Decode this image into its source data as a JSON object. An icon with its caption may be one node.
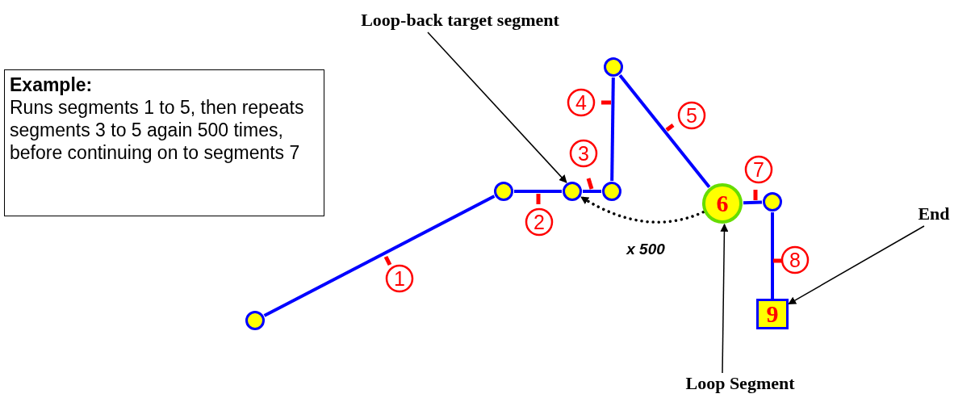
{
  "diagram": {
    "nodes": [
      {
        "text": [
          "Example:",
          "Runs segments 1 to 5, then repeats segments 3 to 5 again 500 times, before continuing on to segments 7"
        ]
      },
      {
        "text": [],
        "shape": "circle"
      },
      {
        "text": [],
        "shape": "circle"
      },
      {
        "text": [],
        "shape": "circle"
      },
      {
        "text": [],
        "shape": "circle"
      },
      {
        "text": [],
        "shape": "circle"
      },
      {
        "text": [
          "6"
        ]
      },
      {
        "text": [],
        "shape": "circle"
      },
      {
        "text": [
          "9"
        ]
      },
      {
        "text": [
          "Loop-back target segment"
        ]
      },
      {
        "text": [
          "Loop Segment"
        ]
      },
      {
        "text": [
          "End"
        ]
      }
    ],
    "edges": [
      {
        "from": 1,
        "to": 2,
        "arrow": "none"
      },
      {
        "from": 2,
        "to": 3,
        "arrow": "none"
      },
      {
        "from": 3,
        "to": 4,
        "arrow": "none"
      },
      {
        "from": 4,
        "to": 5,
        "arrow": "none"
      },
      {
        "from": 5,
        "to": 6,
        "arrow": "none"
      },
      {
        "from": 6,
        "to": 7,
        "arrow": "none"
      },
      {
        "from": 7,
        "to": 8,
        "arrow": "none"
      },
      {
        "from": 6,
        "to": 3,
        "arrow": "to",
        "label": "x 500",
        "style": "dashed",
        "color": "#000000"
      },
      {
        "from": 9,
        "to": 3,
        "arrow": "to",
        "color": "#000000"
      },
      {
        "from": 10,
        "to": 6,
        "arrow": "to",
        "color": "#000000"
      },
      {
        "from": 11,
        "to": 8,
        "arrow": "to",
        "color": "#000000"
      }
    ],
    "labels": [
      "1",
      "2",
      "3",
      "4",
      "5",
      "7",
      "8"
    ]
  }
}
